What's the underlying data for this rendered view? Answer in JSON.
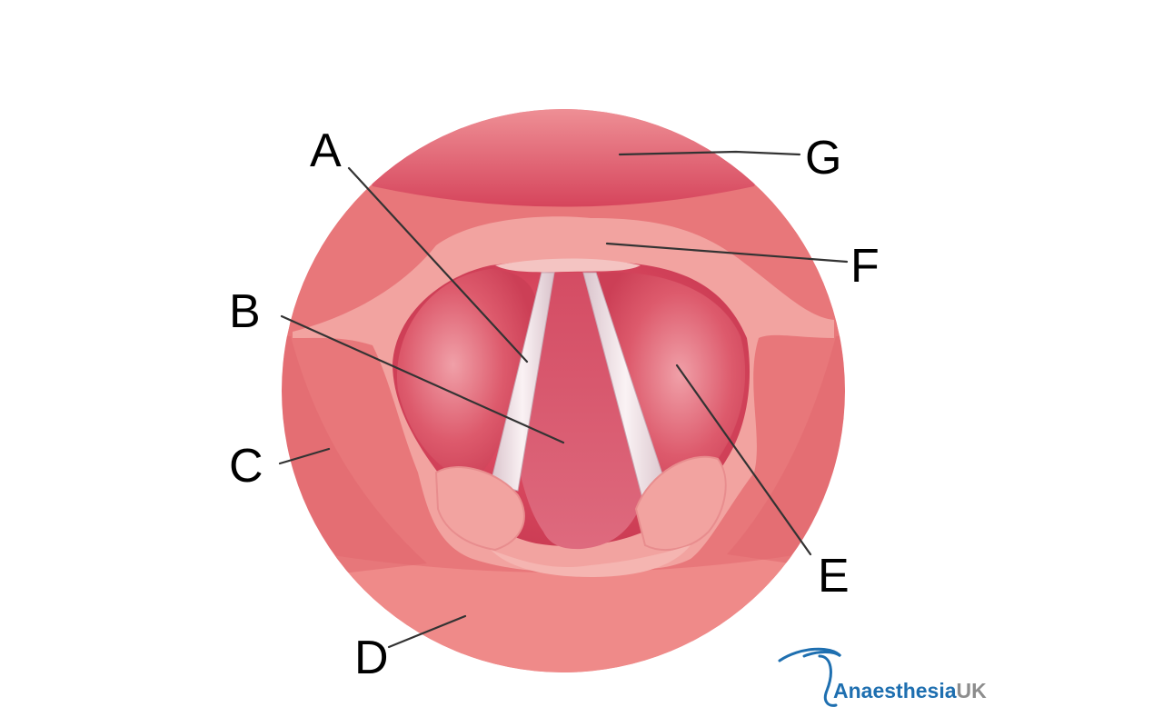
{
  "labels": {
    "a": "A",
    "b": "B",
    "c": "C",
    "d": "D",
    "e": "E",
    "f": "F",
    "g": "G"
  },
  "logo": {
    "name_part": "Anaesthesia",
    "suffix_part": "UK"
  },
  "colors": {
    "outer_tissue": "#e8777a",
    "lower_band": "#ef8a89",
    "upper_band": "#d6455c",
    "inner_ring": "#f2a3a0",
    "cavity": "#d9485f",
    "cords": "#f3e6ea",
    "logo_blue": "#1e6fb0",
    "logo_gray": "#8d8d8d"
  }
}
